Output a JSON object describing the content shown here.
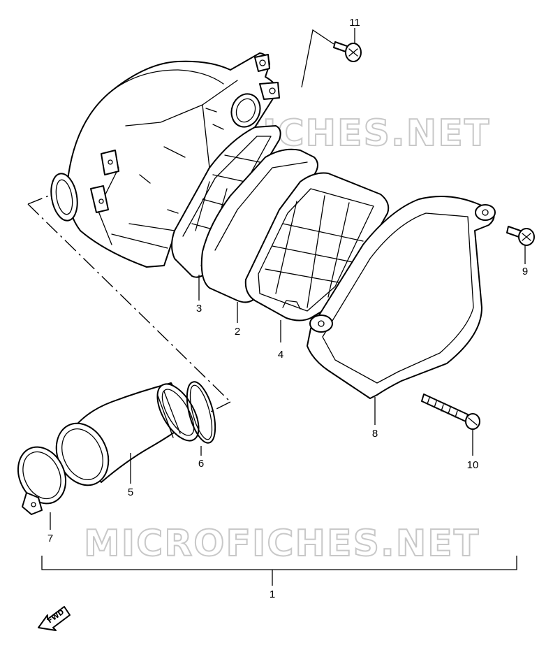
{
  "watermarks": [
    "MICROFICHES.NET",
    "MICROFICHES.NET"
  ],
  "callouts": {
    "c1": "1",
    "c2": "2",
    "c3": "3",
    "c4": "4",
    "c5": "5",
    "c6": "6",
    "c7": "7",
    "c8": "8",
    "c9": "9",
    "c10": "10",
    "c11": "11"
  },
  "direction_arrow": {
    "label": "FWD",
    "icon": "fwd-arrow-icon"
  },
  "colors": {
    "line": "#000000",
    "background": "#ffffff",
    "watermark": "#c8c8c8"
  }
}
